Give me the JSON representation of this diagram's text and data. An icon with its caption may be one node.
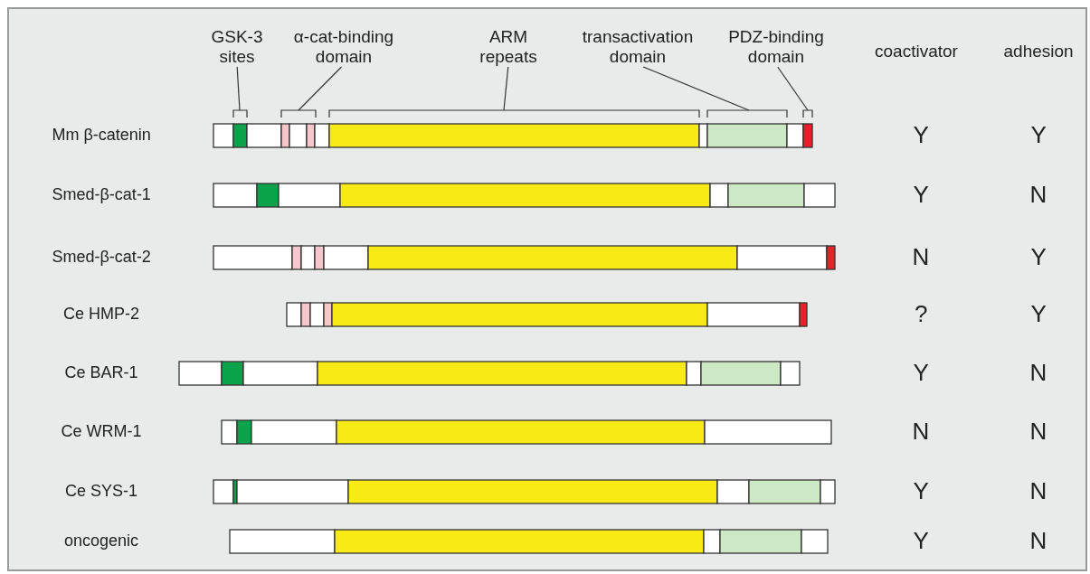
{
  "diagram": {
    "nodes": [
      {
        "text": [
          "GSK-3 sites"
        ]
      },
      {
        "text": [
          "α-cat-binding domain"
        ]
      },
      {
        "text": [
          "ARM repeats"
        ]
      },
      {
        "text": [
          "transactivation domain"
        ]
      },
      {
        "text": [
          "PDZ-binding domain"
        ]
      }
    ],
    "edges": [
      {
        "from": 0,
        "to": null,
        "arrow": "none"
      },
      {
        "from": 1,
        "to": null,
        "arrow": "none"
      },
      {
        "from": 2,
        "to": null,
        "arrow": "none"
      },
      {
        "from": 3,
        "to": null,
        "arrow": "none"
      },
      {
        "from": 4,
        "to": null,
        "arrow": "none"
      }
    ],
    "labels": [
      "coactivator",
      "adhesion",
      "Mm β-catenin",
      "Y",
      "Y",
      "Smed-β-cat-1",
      "Y",
      "N",
      "Smed-β-cat-2",
      "N",
      "Y",
      "Ce HMP-2",
      "?",
      "Y",
      "Ce BAR-1",
      "Y",
      "N",
      "Ce WRM-1",
      "N",
      "N",
      "Ce SYS-1",
      "Y",
      "N",
      "oncogenic",
      "Y",
      "N"
    ]
  }
}
